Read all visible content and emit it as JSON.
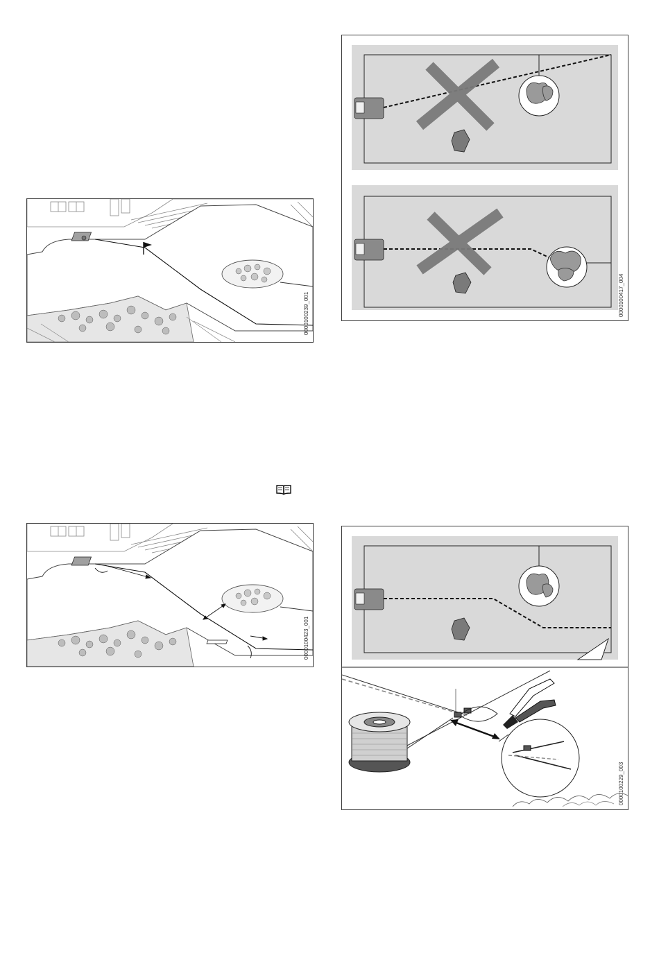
{
  "page": {
    "background": "#ffffff"
  },
  "figures": {
    "fig_docking_flag": {
      "id": "0000100239_001",
      "icon": "flag-icon"
    },
    "fig_obstacles": {
      "id": "0000100417_004"
    },
    "fig_distances": {
      "id": "0000100423_001"
    },
    "fig_wire_splice": {
      "id": "0000100229_003"
    }
  },
  "icons": {
    "manual_reference": "book-icon"
  },
  "colors": {
    "lawn_panel": "#d9d9d9",
    "wire": "#1a1a1a",
    "cross": "#7a7a7a",
    "robot": "#8a8a8a"
  }
}
